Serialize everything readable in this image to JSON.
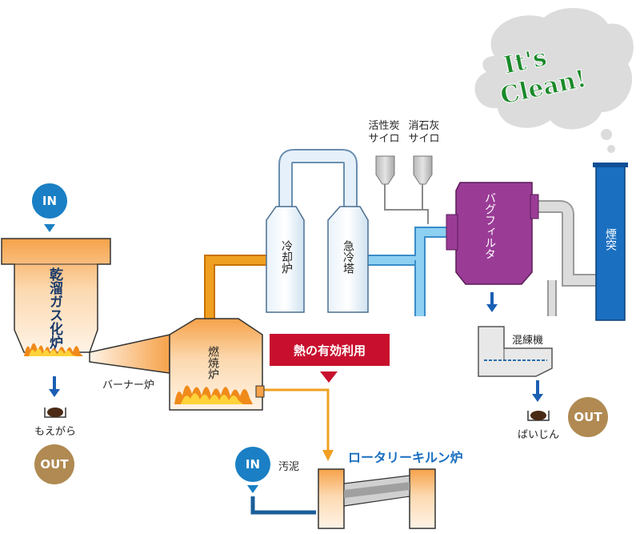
{
  "cloud": {
    "line1": "It's",
    "line2": "Clean!"
  },
  "silos": {
    "carbon": [
      "活性炭",
      "サイロ"
    ],
    "lime": [
      "消石灰",
      "サイロ"
    ]
  },
  "equipment": {
    "pyrolysis_furnace": "乾溜ガス化炉",
    "burner_furnace": "バーナー炉",
    "combustion_furnace": "燃焼炉",
    "cooling_furnace": "冷却炉",
    "quench_tower": "急冷塔",
    "bag_filter": "バグフィルタ",
    "stack": "煙突",
    "kneader": "混練機",
    "rotary_kiln": "ロータリーキルン炉"
  },
  "heat_reuse": "熱の有効利用",
  "io": {
    "in": "IN",
    "out": "OUT"
  },
  "materials": {
    "residue": "もえがら",
    "fly_ash": "ばいじん",
    "sludge": "汚泥"
  },
  "colors": {
    "io_blue": "#1a7fc4",
    "out_brown": "#b08a52",
    "orange": "#f0a020",
    "pipe_blue": "#6cc0ea",
    "purple": "#9a3c96",
    "stack_blue": "#1a6fc0",
    "heat_red": "#c8102e",
    "cloud_green": "#1a8a2a"
  }
}
